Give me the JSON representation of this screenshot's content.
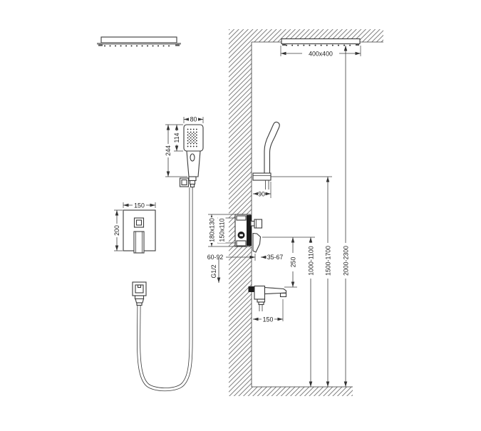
{
  "drawing": {
    "type": "technical installation diagram",
    "subject": "concealed shower system with overhead shower, hand shower and bath spout",
    "units": "mm"
  },
  "labels": {
    "hand_shower_width": "80",
    "hand_shower_face": "114",
    "hand_shower_length": "244",
    "mixer_plate_width": "150",
    "mixer_plate_height": "200",
    "overhead_shower_size": "400x400",
    "holder_projection": "90",
    "rough_in_box": "180x130",
    "trim_plate": "150x110",
    "embed_depth": "60-92",
    "trim_projection": "35-67",
    "thread": "G1/2",
    "mixer_to_spout": "250",
    "spout_reach": "150",
    "mixer_height": "1000-1100",
    "holder_height": "1500-1700",
    "overhead_height": "2000-2300"
  }
}
